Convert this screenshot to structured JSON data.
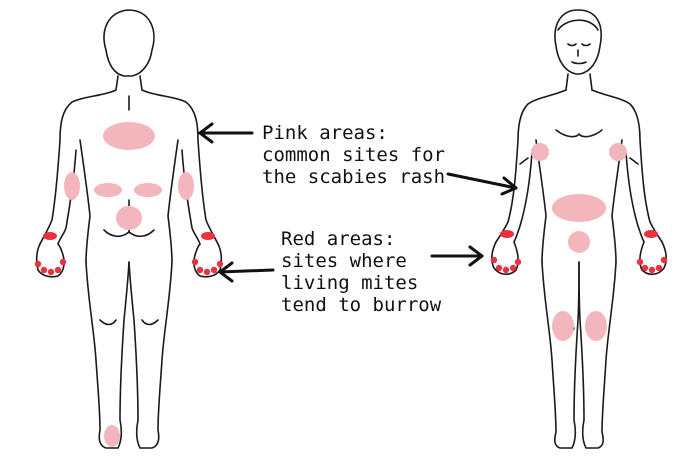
{
  "pink_note": {
    "lines": [
      "Pink areas:",
      "common sites for",
      "the scabies rash"
    ]
  },
  "red_note": {
    "lines": [
      "Red areas:",
      "sites where",
      "living mites",
      "tend to burrow"
    ]
  },
  "colors": {
    "pink_area": "#f4b6bd",
    "red_area": "#e8323f",
    "outline": "#1a1a1a",
    "background": "#ffffff"
  },
  "figures": [
    "back-view-figure",
    "front-view-figure"
  ]
}
